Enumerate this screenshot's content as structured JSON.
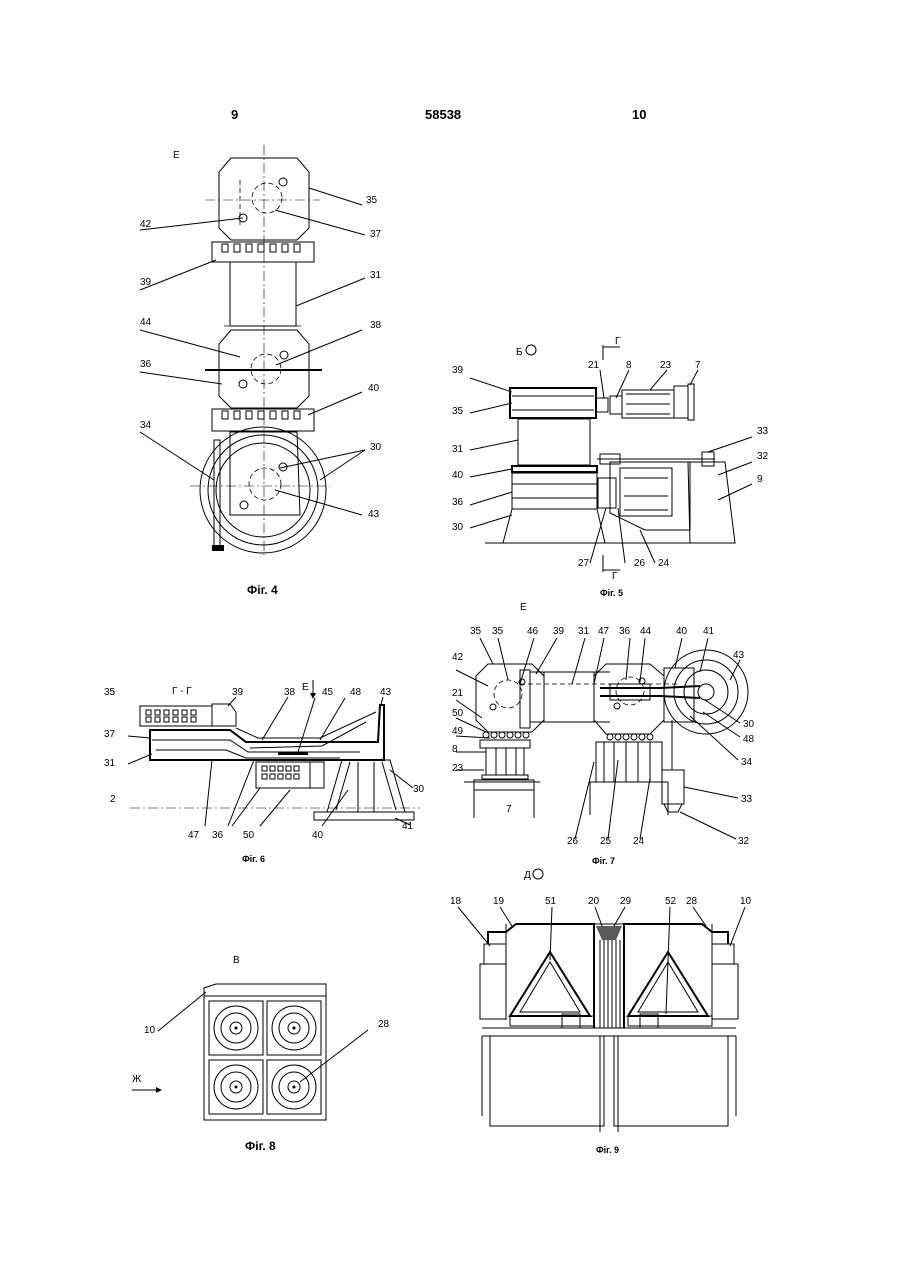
{
  "header": {
    "page_left": "9",
    "patent_no": "58538",
    "page_right": "10"
  },
  "fig4": {
    "caption": "Фіг. 4",
    "view": "Е",
    "labels": {
      "l35": "35",
      "l42": "42",
      "l37": "37",
      "l39": "39",
      "l31": "31",
      "l44": "44",
      "l38": "38",
      "l36": "36",
      "l40": "40",
      "l34": "34",
      "l30": "30",
      "l43": "43"
    }
  },
  "fig5": {
    "caption": "Фіг. 5",
    "view": "Б",
    "section_mark": "Г",
    "labels": {
      "l39": "39",
      "l21": "21",
      "l8": "8",
      "l23": "23",
      "l7": "7",
      "l35": "35",
      "l33": "33",
      "l31": "31",
      "l32": "32",
      "l40": "40",
      "l9": "9",
      "l36": "36",
      "l30": "30",
      "l27": "27",
      "l26": "26",
      "l24": "24"
    }
  },
  "fig6": {
    "caption": "Фіг. 6",
    "section": "Г - Г",
    "view_mark": "Е",
    "labels": {
      "l35": "35",
      "l39": "39",
      "l38": "38",
      "l45": "45",
      "l48": "48",
      "l43": "43",
      "l37": "37",
      "l31": "31",
      "l2": "2",
      "l30": "30",
      "l47": "47",
      "l36": "36",
      "l50": "50",
      "l40": "40",
      "l41": "41"
    }
  },
  "fig7": {
    "caption": "Фіг. 7",
    "view": "Е",
    "labels": {
      "l35a": "35",
      "l35b": "35",
      "l46": "46",
      "l39": "39",
      "l31": "31",
      "l47": "47",
      "l36": "36",
      "l44": "44",
      "l40": "40",
      "l41": "41",
      "l43": "43",
      "l42": "42",
      "l21": "21",
      "l50": "50",
      "l49": "49",
      "l8": "8",
      "l23": "23",
      "l30": "30",
      "l48": "48",
      "l34": "34",
      "l33": "33",
      "l7": "7",
      "l26": "26",
      "l25": "25",
      "l24": "24",
      "l32": "32"
    }
  },
  "fig8": {
    "caption": "Фіг. 8",
    "view": "В",
    "arrow": "Ж",
    "labels": {
      "l10": "10",
      "l28": "28"
    }
  },
  "fig9": {
    "caption": "Фіг. 9",
    "view": "Д",
    "labels": {
      "l18": "18",
      "l19": "19",
      "l51": "51",
      "l20": "20",
      "l29": "29",
      "l52": "52",
      "l28": "28",
      "l10": "10"
    }
  }
}
